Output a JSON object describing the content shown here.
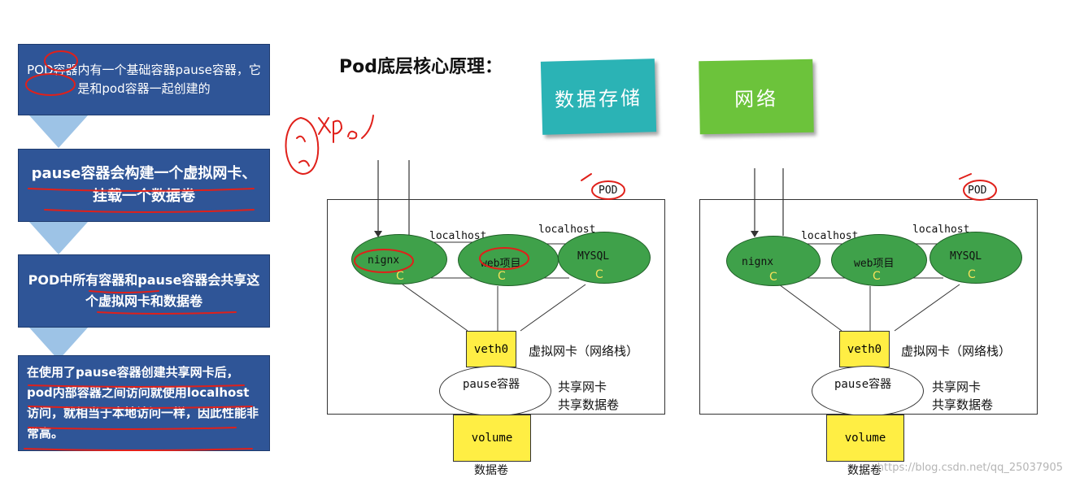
{
  "left_flow": {
    "box1": "POD容器内有一个基础容器pause容器，它是和pod容器一起创建的",
    "box2": "pause容器会构建一个虚拟网卡、挂载一个数据卷",
    "box3": "POD中所有容器和pause容器会共享这个虚拟网卡和数据卷",
    "box4": "在使用了pause容器创建共享网卡后，pod内部容器之间访问就使用localhost访问，就相当于本地访问一样，因此性能非常高。"
  },
  "title": "Pod底层核心原理：",
  "notes": {
    "storage": "数据存储",
    "network": "网络",
    "storage_color": "#2bb3b5",
    "network_color": "#6cc33b"
  },
  "pods": [
    {
      "pod_label": "POD",
      "localhost_1": "localhost",
      "localhost_2": "localhost",
      "c1": "nignx",
      "c2": "web项目",
      "c3": "MYSQL",
      "c_mark": "C",
      "veth": "veth0",
      "veth_desc": "虚拟网卡（网络栈）",
      "pause": "pause容器",
      "share_nic": "共享网卡",
      "share_vol": "共享数据卷",
      "volume": "volume",
      "volume_desc": "数据卷"
    },
    {
      "pod_label": "POD",
      "localhost_1": "localhost",
      "localhost_2": "localhost",
      "c1": "nignx",
      "c2": "web项目",
      "c3": "MYSQL",
      "c_mark": "C",
      "veth": "veth0",
      "veth_desc": "虚拟网卡（网络栈）",
      "pause": "pause容器",
      "share_nic": "共享网卡",
      "share_vol": "共享数据卷",
      "volume": "volume",
      "volume_desc": "数据卷"
    }
  ],
  "watermark": "https://blog.csdn.net/qq_25037905",
  "annotation_color": "#e0201a"
}
